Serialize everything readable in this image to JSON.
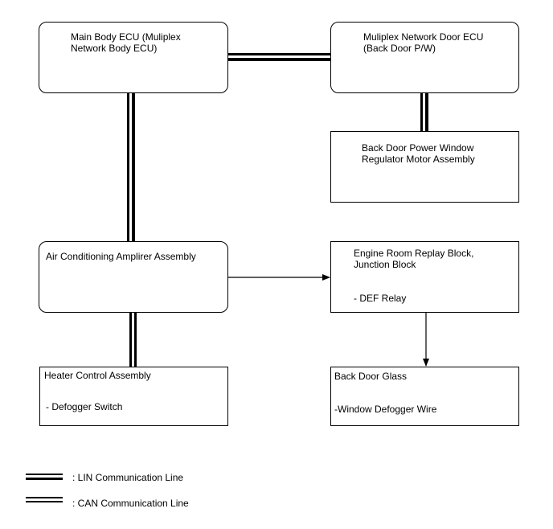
{
  "boxes": {
    "main_body_ecu": {
      "line1": "Main Body ECU (Muliplex",
      "line2": "Network Body ECU)"
    },
    "door_ecu": {
      "line1": "Muliplex Network Door ECU",
      "line2": "(Back Door P/W)"
    },
    "motor": {
      "line1": "Back Door Power Window",
      "line2": "Regulator Motor Assembly"
    },
    "ac_amp": {
      "line1": "Air Conditioning Amplirer Assembly"
    },
    "relay_block": {
      "line1": "Engine Room Replay Block,",
      "line2": "Junction Block",
      "line3": "- DEF Relay"
    },
    "heater": {
      "line1": "Heater Control Assembly",
      "line2": "- Defogger Switch"
    },
    "glass": {
      "line1": "Back Door Glass",
      "line2": "-Window Defogger Wire"
    }
  },
  "legend": {
    "lin": ": LIN Communication Line",
    "can": ": CAN Communication Line"
  }
}
